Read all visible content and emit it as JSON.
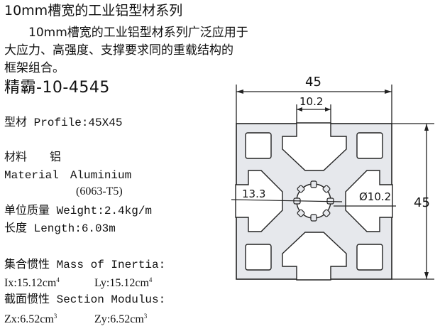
{
  "header": {
    "title": "10mm槽宽的工业铝型材系列",
    "intro_line1": "10mm槽宽的工业铝型材系列广泛应用于",
    "intro_line2": "大应力、高强度、支撑要求同的重载结构的",
    "intro_line3": "框架组合。",
    "model": "精霸-10-4545"
  },
  "specs": {
    "profile": "型材 Profile:45X45",
    "material_cn": "材料　　铝",
    "material_en": "Material　Aluminium",
    "alloy": "(6063-T5)",
    "weight": "单位质量 Weight:2.4kg/m",
    "length": "长度 Length:6.03m",
    "inertia_title": "集合惯性 Mass of Inertia:",
    "ix": "Ix:15.12cm",
    "ix_sup": "4",
    "ly": "Ly:15.12cm",
    "ly_sup": "4",
    "modulus_title": "截面惯性 Section Modulus:",
    "zx": "Zx:6.52cm",
    "zx_sup": "3",
    "zy": "Zy:6.52cm",
    "zy_sup": "3"
  },
  "drawing": {
    "width_dim": "45",
    "height_dim": "45",
    "slot_dim": "10.2",
    "bore_dim": "Ø10.2",
    "core_dim": "13.3",
    "colors": {
      "profile_fill": "#e6e8ec",
      "line": "#222222"
    }
  }
}
